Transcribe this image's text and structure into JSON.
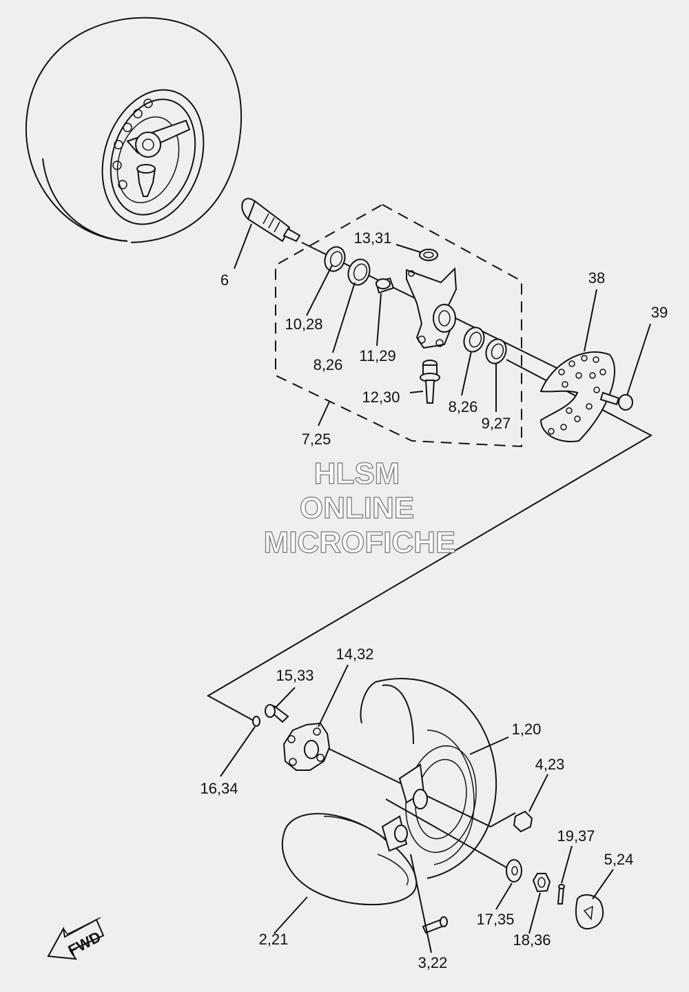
{
  "watermark": {
    "line1": "HLSM",
    "line2": "ONLINE",
    "line3": "MICROFICHE"
  },
  "fwd_arrow": {
    "label": "FWD"
  },
  "callouts": {
    "c6": "6",
    "c10_28": "10,28",
    "c8_26_a": "8,26",
    "c11_29": "11,29",
    "c13_31": "13,31",
    "c12_30": "12,30",
    "c8_26_b": "8,26",
    "c9_27": "9,27",
    "c7_25": "7,25",
    "c38": "38",
    "c39": "39",
    "c14_32": "14,32",
    "c15_33": "15,33",
    "c16_34": "16,34",
    "c1_20": "1,20",
    "c4_23": "4,23",
    "c19_37": "19,37",
    "c5_24": "5,24",
    "c17_35": "17,35",
    "c18_36": "18,36",
    "c2_21": "2,21",
    "c3_22": "3,22"
  },
  "colors": {
    "background": "#efefef",
    "linework": "#111111",
    "watermark_outline": "#888888"
  }
}
